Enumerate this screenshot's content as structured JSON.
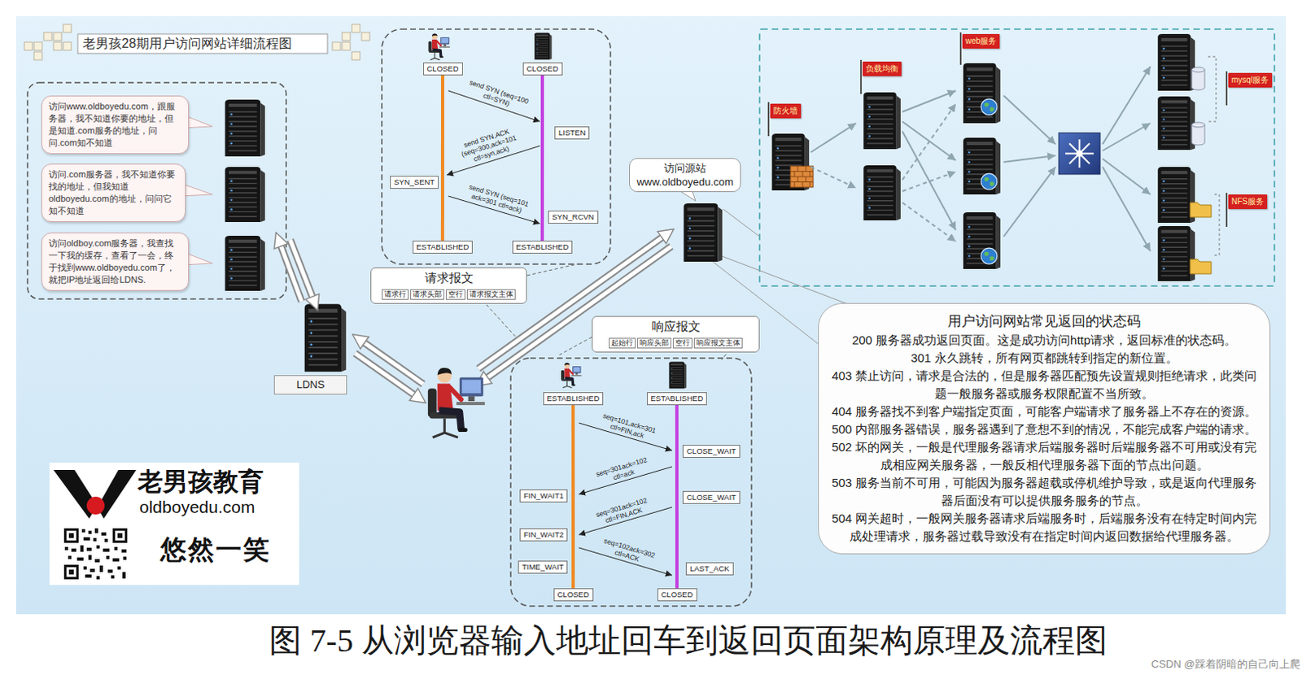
{
  "diagram": {
    "title": "老男孩28期用户访问网站详细流程图",
    "caption": "图 7-5 从浏览器输入地址回车到返回页面架构原理及流程图",
    "nodes": [
      {
        "text": [
          "访问www.oldboyedu.com，跟服务器，我不知道你要的地址，但是知道.com服务的地址，问问.com知不知道"
        ]
      },
      {
        "text": [
          "访问.com服务器，我不知道你要找的地址，但我知道oldboyedu.com的地址，问问它知不知道"
        ]
      },
      {
        "text": [
          "访问oldboy.com服务器，我查找一下我的缓存，查看了一会，终于找到www.oldboyedu.com了，就把IP地址返回给LDNS."
        ]
      },
      {
        "text": [
          "CLOSED"
        ]
      },
      {
        "text": [
          "CLOSED"
        ]
      },
      {
        "text": [
          "LISTEN"
        ]
      },
      {
        "text": [
          "SYN_SENT"
        ]
      },
      {
        "text": [
          "SYN_RCVN"
        ]
      },
      {
        "text": [
          "ESTABLISHED"
        ]
      },
      {
        "text": [
          "ESTABLISHED"
        ]
      },
      {
        "text": [
          "访问源站 www.oldboyedu.com"
        ]
      },
      {
        "text": [
          "请求报文"
        ]
      },
      {
        "text": [
          "请求行"
        ],
        "in": 11
      },
      {
        "text": [
          "请求头部"
        ],
        "in": 11
      },
      {
        "text": [
          "空行"
        ],
        "in": 11
      },
      {
        "text": [
          "请求报文主体"
        ],
        "in": 11
      },
      {
        "text": [
          "LDNS"
        ]
      },
      {
        "text": [
          "响应报文"
        ]
      },
      {
        "text": [
          "起始行"
        ],
        "in": 17
      },
      {
        "text": [
          "响应头部"
        ],
        "in": 17
      },
      {
        "text": [
          "空行"
        ],
        "in": 17
      },
      {
        "text": [
          "响应报文主体"
        ],
        "in": 17
      },
      {
        "text": [
          "ESTABLISHED"
        ]
      },
      {
        "text": [
          "ESTABLISHED"
        ]
      },
      {
        "text": [
          "CLOSE_WAIT"
        ]
      },
      {
        "text": [
          "FIN_WAIT1"
        ]
      },
      {
        "text": [
          "CLOSE_WAIT"
        ]
      },
      {
        "text": [
          "FIN_WAIT2"
        ]
      },
      {
        "text": [
          "TIME_WAIT"
        ]
      },
      {
        "text": [
          "LAST_ACK"
        ]
      },
      {
        "text": [
          "CLOSED"
        ]
      },
      {
        "text": [
          "CLOSED"
        ]
      },
      {
        "text": [
          "防火墙"
        ]
      },
      {
        "text": [
          "负载均衡"
        ]
      },
      {
        "text": [
          "web服务"
        ]
      },
      {
        "text": [
          "mysql服务"
        ]
      },
      {
        "text": [
          "NFS服务"
        ]
      },
      {
        "text": [
          "用户访问网站常见返回的状态码",
          "200 服务器成功返回页面。这是成功访问http请求，返回标准的状态码。",
          "301 永久跳转，所有网页都跳转到指定的新位置。",
          "403 禁止访问，请求是合法的，但是服务器匹配预先设置规则拒绝请求，此类问题一般服务器或服务权限配置不当所致。",
          "404 服务器找不到客户端指定页面，可能客户端请求了服务器上不存在的资源。",
          "500 内部服务器错误，服务器遇到了意想不到的情况，不能完成客户端的请求。",
          "502 坏的网关，一般是代理服务器请求后端服务器时后端服务器不可用或没有完成相应网关服务器，一般反相代理服务器下面的节点出问题。",
          "503 服务当前不可用，可能因为服务器超载或停机维护导致，或是返向代理服务器后面没有可以提供服务服务的节点。",
          "504 网关超时，一般网关服务器请求后端服务时，后端服务没有在特定时间内完成处理请求，服务器过载导致没有在指定时间内返回数据给代理服务器。"
        ]
      }
    ],
    "edges": [
      {
        "from": 3,
        "to": 8,
        "arrow": "none"
      },
      {
        "from": 4,
        "to": 9,
        "arrow": "none"
      },
      {
        "from": 22,
        "to": 30,
        "arrow": "none"
      },
      {
        "from": 23,
        "to": 31,
        "arrow": "none"
      }
    ],
    "labels": [
      "send SYN (seq=100 ctl=SYN)",
      "send SYN,ACK (seq=300,ack=101 ctl=syn,ack)",
      "send SYN (seq=101 ack=301 ctl=ack)",
      "seq=101,ack=301 ctl=FIN,ack",
      "seq=301ack=102 ctl=ack",
      "seq=301ack=102 ctl=FIN,ACK",
      "seq=102ack=302 ctl=ACK",
      "老男孩教育",
      "oldboyedu.com",
      "悠然一笑",
      "CSDN @踩着阴暗的自己向上爬"
    ]
  }
}
